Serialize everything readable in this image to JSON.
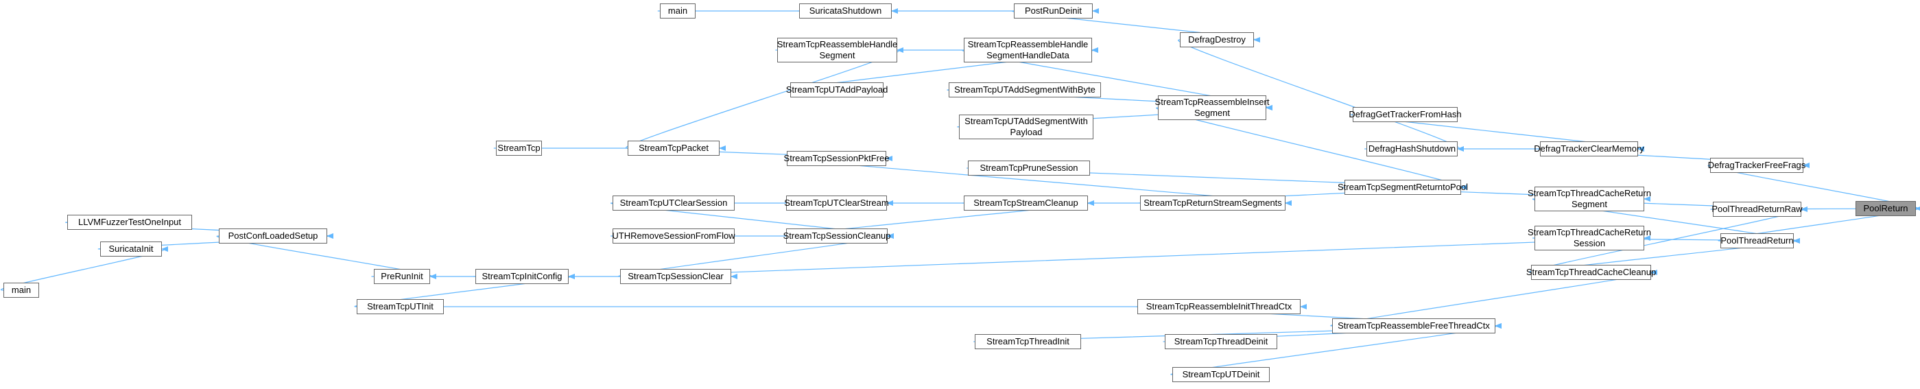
{
  "graph": {
    "root": "n0",
    "colors": {
      "edge": "#63b8ff",
      "node_border": "#666666",
      "root_fill": "#999999"
    },
    "nodes": [
      {
        "id": "n0",
        "label": "PoolReturn"
      },
      {
        "id": "n1",
        "label": "DefragTrackerFreeFrags"
      },
      {
        "id": "n2",
        "label": "PoolThreadReturnRaw"
      },
      {
        "id": "n3",
        "label": "PoolThreadReturn"
      },
      {
        "id": "n4",
        "label": "DefragTrackerClearMemory"
      },
      {
        "id": "n5",
        "label": "DefragGetTrackerFromHash"
      },
      {
        "id": "n6",
        "label": "DefragHashShutdown"
      },
      {
        "id": "n7",
        "label": "DefragDestroy"
      },
      {
        "id": "n8",
        "label": "PostRunDeinit"
      },
      {
        "id": "n9",
        "label": "SuricataShutdown"
      },
      {
        "id": "n10",
        "label": "main"
      },
      {
        "id": "n11",
        "label": "StreamTcpThreadCacheReturn\nSegment"
      },
      {
        "id": "n12",
        "label": "StreamTcpThreadCacheReturn\nSession"
      },
      {
        "id": "n13",
        "label": "StreamTcpThreadCacheCleanup"
      },
      {
        "id": "n14",
        "label": "StreamTcpSegmentReturntoPool"
      },
      {
        "id": "n15",
        "label": "StreamTcpReassembleInsert\nSegment"
      },
      {
        "id": "n16",
        "label": "StreamTcpReassembleHandle\nSegmentHandleData"
      },
      {
        "id": "n17",
        "label": "StreamTcpReassembleHandle\nSegment"
      },
      {
        "id": "n18",
        "label": "StreamTcpUTAddPayload"
      },
      {
        "id": "n19",
        "label": "StreamTcpUTAddSegmentWithByte"
      },
      {
        "id": "n20",
        "label": "StreamTcpUTAddSegmentWith\nPayload"
      },
      {
        "id": "n21",
        "label": "StreamTcpPacket"
      },
      {
        "id": "n22",
        "label": "StreamTcp"
      },
      {
        "id": "n23",
        "label": "StreamTcpSessionPktFree"
      },
      {
        "id": "n24",
        "label": "StreamTcpReturnStreamSegments"
      },
      {
        "id": "n25",
        "label": "StreamTcpPruneSession"
      },
      {
        "id": "n26",
        "label": "StreamTcpStreamCleanup"
      },
      {
        "id": "n27",
        "label": "StreamTcpUTClearStream"
      },
      {
        "id": "n28",
        "label": "StreamTcpSessionCleanup"
      },
      {
        "id": "n29",
        "label": "StreamTcpUTClearSession"
      },
      {
        "id": "n30",
        "label": "UTHRemoveSessionFromFlow"
      },
      {
        "id": "n31",
        "label": "StreamTcpSessionClear"
      },
      {
        "id": "n32",
        "label": "StreamTcpInitConfig"
      },
      {
        "id": "n33",
        "label": "PreRunInit"
      },
      {
        "id": "n34",
        "label": "PostConfLoadedSetup"
      },
      {
        "id": "n35",
        "label": "LLVMFuzzerTestOneInput"
      },
      {
        "id": "n36",
        "label": "SuricataInit"
      },
      {
        "id": "n37",
        "label": "main"
      },
      {
        "id": "n38",
        "label": "StreamTcpUTInit"
      },
      {
        "id": "n39",
        "label": "StreamTcpReassembleFreeThreadCtx"
      },
      {
        "id": "n40",
        "label": "StreamTcpReassembleInitThreadCtx"
      },
      {
        "id": "n41",
        "label": "StreamTcpThreadInit"
      },
      {
        "id": "n42",
        "label": "StreamTcpThreadDeinit"
      },
      {
        "id": "n43",
        "label": "StreamTcpUTDeinit"
      }
    ],
    "edges": [
      [
        "n1",
        "n0"
      ],
      [
        "n2",
        "n0"
      ],
      [
        "n3",
        "n0"
      ],
      [
        "n4",
        "n1"
      ],
      [
        "n5",
        "n4"
      ],
      [
        "n6",
        "n4"
      ],
      [
        "n7",
        "n6"
      ],
      [
        "n8",
        "n7"
      ],
      [
        "n9",
        "n8"
      ],
      [
        "n10",
        "n9"
      ],
      [
        "n11",
        "n2"
      ],
      [
        "n12",
        "n3"
      ],
      [
        "n13",
        "n2"
      ],
      [
        "n13",
        "n3"
      ],
      [
        "n11",
        "n3"
      ],
      [
        "n14",
        "n11"
      ],
      [
        "n15",
        "n14"
      ],
      [
        "n16",
        "n15"
      ],
      [
        "n17",
        "n16"
      ],
      [
        "n18",
        "n16"
      ],
      [
        "n21",
        "n17"
      ],
      [
        "n22",
        "n21"
      ],
      [
        "n19",
        "n15"
      ],
      [
        "n20",
        "n15"
      ],
      [
        "n21",
        "n23"
      ],
      [
        "n23",
        "n24"
      ],
      [
        "n24",
        "n14"
      ],
      [
        "n25",
        "n14"
      ],
      [
        "n26",
        "n24"
      ],
      [
        "n27",
        "n26"
      ],
      [
        "n28",
        "n26"
      ],
      [
        "n29",
        "n27"
      ],
      [
        "n29",
        "n28"
      ],
      [
        "n30",
        "n28"
      ],
      [
        "n31",
        "n28"
      ],
      [
        "n31",
        "n12"
      ],
      [
        "n32",
        "n31"
      ],
      [
        "n33",
        "n32"
      ],
      [
        "n34",
        "n33"
      ],
      [
        "n35",
        "n34"
      ],
      [
        "n36",
        "n34"
      ],
      [
        "n37",
        "n36"
      ],
      [
        "n38",
        "n32"
      ],
      [
        "n38",
        "n40"
      ],
      [
        "n39",
        "n13"
      ],
      [
        "n40",
        "n39"
      ],
      [
        "n41",
        "n39"
      ],
      [
        "n42",
        "n39"
      ],
      [
        "n43",
        "n39"
      ]
    ]
  }
}
